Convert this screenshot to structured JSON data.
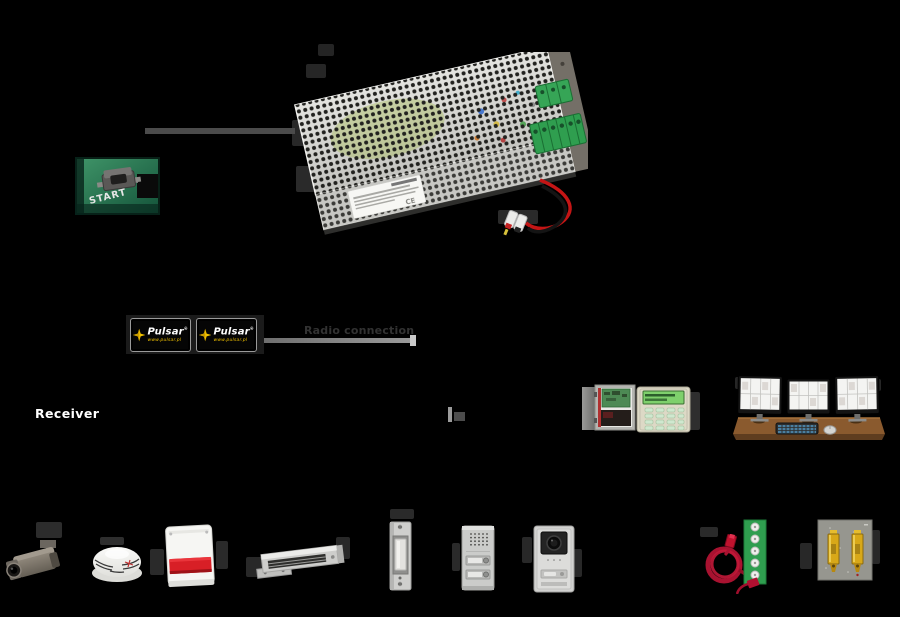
{
  "scene": {
    "background": "#000000"
  },
  "labels": {
    "receiver": "Receiver",
    "connection_note": "Radio connection",
    "start": "START",
    "ce": "CE"
  },
  "brand": {
    "name": "Pulsar",
    "reg": "®",
    "site": "www.pulsar.pl",
    "star_yellow": "#f2c200",
    "logo_background": "#050505"
  },
  "colors": {
    "connector_line_gray": "#4b4b4b",
    "faint_label_gray": "#323232",
    "psu_metal": "#d6d6d2",
    "terminal_green": "#2f9e4f",
    "wire_red": "#c41515",
    "siren_red": "#d81f26",
    "coil_red": "#a81230",
    "pcb_green": "#2f9e4f",
    "desk_brown": "#8a5a2e",
    "din_clip_yellow": "#d8a818",
    "keypad_lcd_green": "#7ed06c"
  },
  "icons": [
    "buffer-power-supply",
    "start-button-board",
    "pulsar-logo",
    "alarm-control-panel",
    "alarm-keypad",
    "monitoring-workstation",
    "cctv-camera",
    "smoke-detector",
    "outdoor-siren",
    "electromagnetic-lock",
    "electric-strike",
    "intercom-panel",
    "video-door-station",
    "red-wire-coil",
    "terminal-board",
    "din-mount-plate"
  ]
}
